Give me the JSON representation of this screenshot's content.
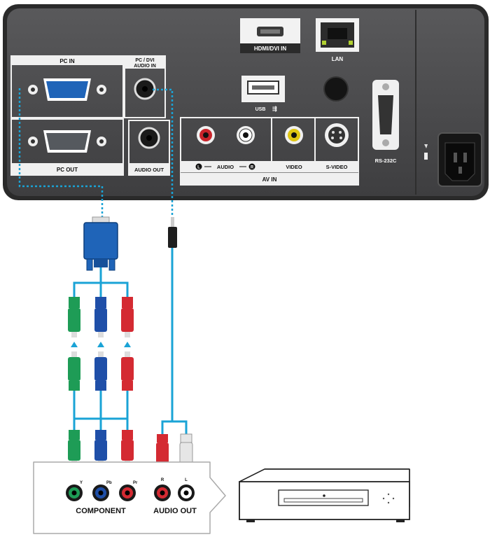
{
  "panel": {
    "hdmi_label": "HDMI/DVI IN",
    "lan_label": "LAN",
    "pc_in_label": "PC IN",
    "pc_dvi_audio_label_line1": "PC / DVI",
    "pc_dvi_audio_label_line2": "AUDIO IN",
    "usb_label": "USB",
    "rs232c_label": "RS-232C",
    "pc_out_label": "PC OUT",
    "audio_out_label": "AUDIO OUT",
    "audio_label": "AUDIO",
    "audio_l_mark": "L",
    "audio_r_mark": "R",
    "video_label": "VIDEO",
    "svideo_label": "S-VIDEO",
    "av_in_label": "AV IN"
  },
  "device": {
    "component_label": "COMPONENT",
    "audio_out_label": "AUDIO OUT",
    "jack_y": "Y",
    "jack_pb": "Pb",
    "jack_pr": "Pr",
    "jack_r": "R",
    "jack_l": "L"
  },
  "colors": {
    "panel_body": "#4a4a4c",
    "cable": "#1aa3d6",
    "vga_blue": "#1f64b8",
    "green_plug": "#1e9c56",
    "blue_plug": "#1f4fa8",
    "red_plug": "#d42a32",
    "white_plug": "#e6e6e6",
    "yellow_jack": "#e0c612"
  }
}
